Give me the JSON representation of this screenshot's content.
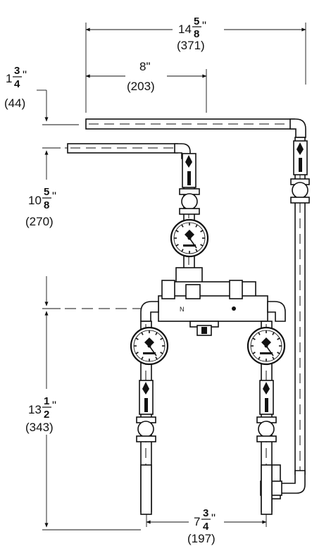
{
  "dimensions": {
    "overall_width": {
      "whole": "14",
      "num": "5",
      "den": "8",
      "mm": "(371)"
    },
    "inlet_offset": {
      "whole": "8",
      "num": "",
      "den": "",
      "mm": "(203)",
      "text": "8\""
    },
    "top_spacing": {
      "whole": "1",
      "num": "3",
      "den": "4",
      "mm": "(44)"
    },
    "upper_height": {
      "whole": "10",
      "num": "5",
      "den": "8",
      "mm": "(270)"
    },
    "lower_height": {
      "whole": "13",
      "num": "1",
      "den": "2",
      "mm": "(343)"
    },
    "bottom_width": {
      "whole": "7",
      "num": "3",
      "den": "4",
      "mm": "(197)"
    }
  },
  "inch_mark": "\"",
  "colors": {
    "line": "#111111",
    "background": "#ffffff"
  }
}
